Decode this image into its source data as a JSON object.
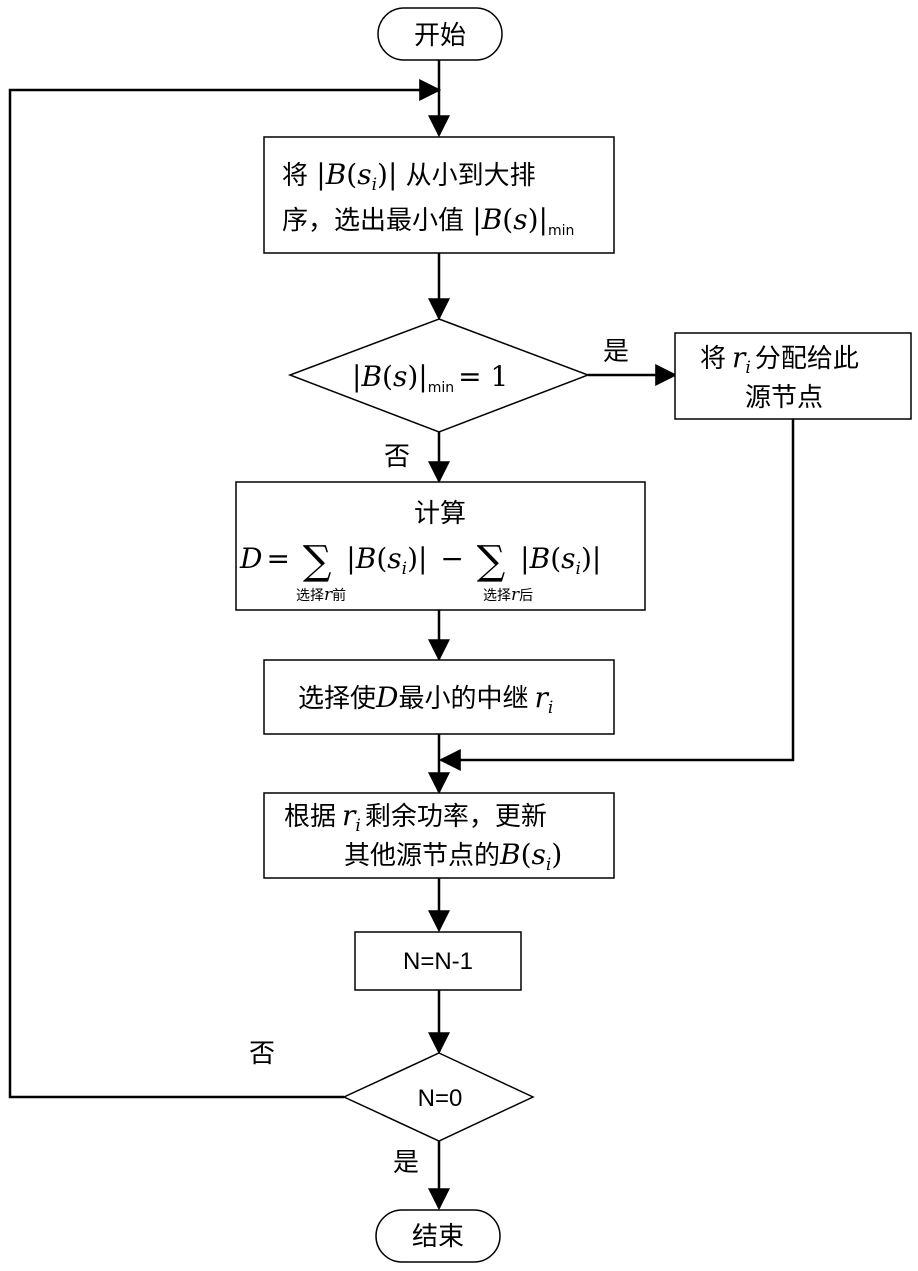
{
  "nodes": {
    "start": "开始",
    "sort": {
      "p1": "将",
      "p2": "从小到大排",
      "p3": "序，选出最小值",
      "sub_min": "min",
      "B": "B",
      "s": "s",
      "i": "i"
    },
    "decision_min": {
      "B": "B",
      "s": "s",
      "sub_min": "min",
      "eq": "= 1"
    },
    "assign": {
      "p1": "将",
      "r": "r",
      "i": "i",
      "p2": "分配给此",
      "p3": "源节点"
    },
    "compute": {
      "title": "计算",
      "D": "D",
      "eq": "=",
      "minus": "−",
      "sum": "∑",
      "B": "B",
      "s": "s",
      "i": "i",
      "under_before_1": "选择",
      "under_before_2": "前",
      "under_after_1": "选择",
      "under_after_2": "后",
      "r": "r"
    },
    "select": {
      "p1": "选择使",
      "D": "D",
      "p2": "最小的中继",
      "r": "r",
      "i": "i"
    },
    "update": {
      "p1": "根据",
      "r": "r",
      "i": "i",
      "p2": "剩余功率，更新",
      "p3": "其他源节点的",
      "B": "B",
      "s": "s"
    },
    "decrement": "N=N-1",
    "decision_zero": "N=0",
    "end": "结束"
  },
  "edge_labels": {
    "yes_right": "是",
    "no_down": "否",
    "no_loop": "否",
    "yes_down": "是"
  }
}
